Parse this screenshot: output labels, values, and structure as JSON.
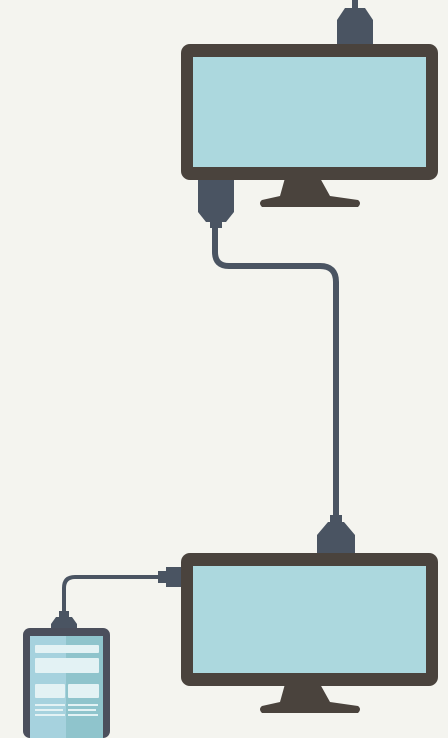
{
  "illustration": {
    "elements": [
      "monitor-top",
      "monitor-bottom",
      "smartphone",
      "hdmi-cable",
      "usb-cable",
      "top-cable"
    ]
  },
  "colors": {
    "background": "#f4f4ef",
    "frame": "#4a433d",
    "screen": "#acd8de",
    "cable": "#4a5462",
    "phone_body": "#4b4f5c",
    "phone_screen_left": "#a6d2de",
    "phone_screen_right": "#8fc4cc",
    "phone_block": "#e3f2f4"
  }
}
